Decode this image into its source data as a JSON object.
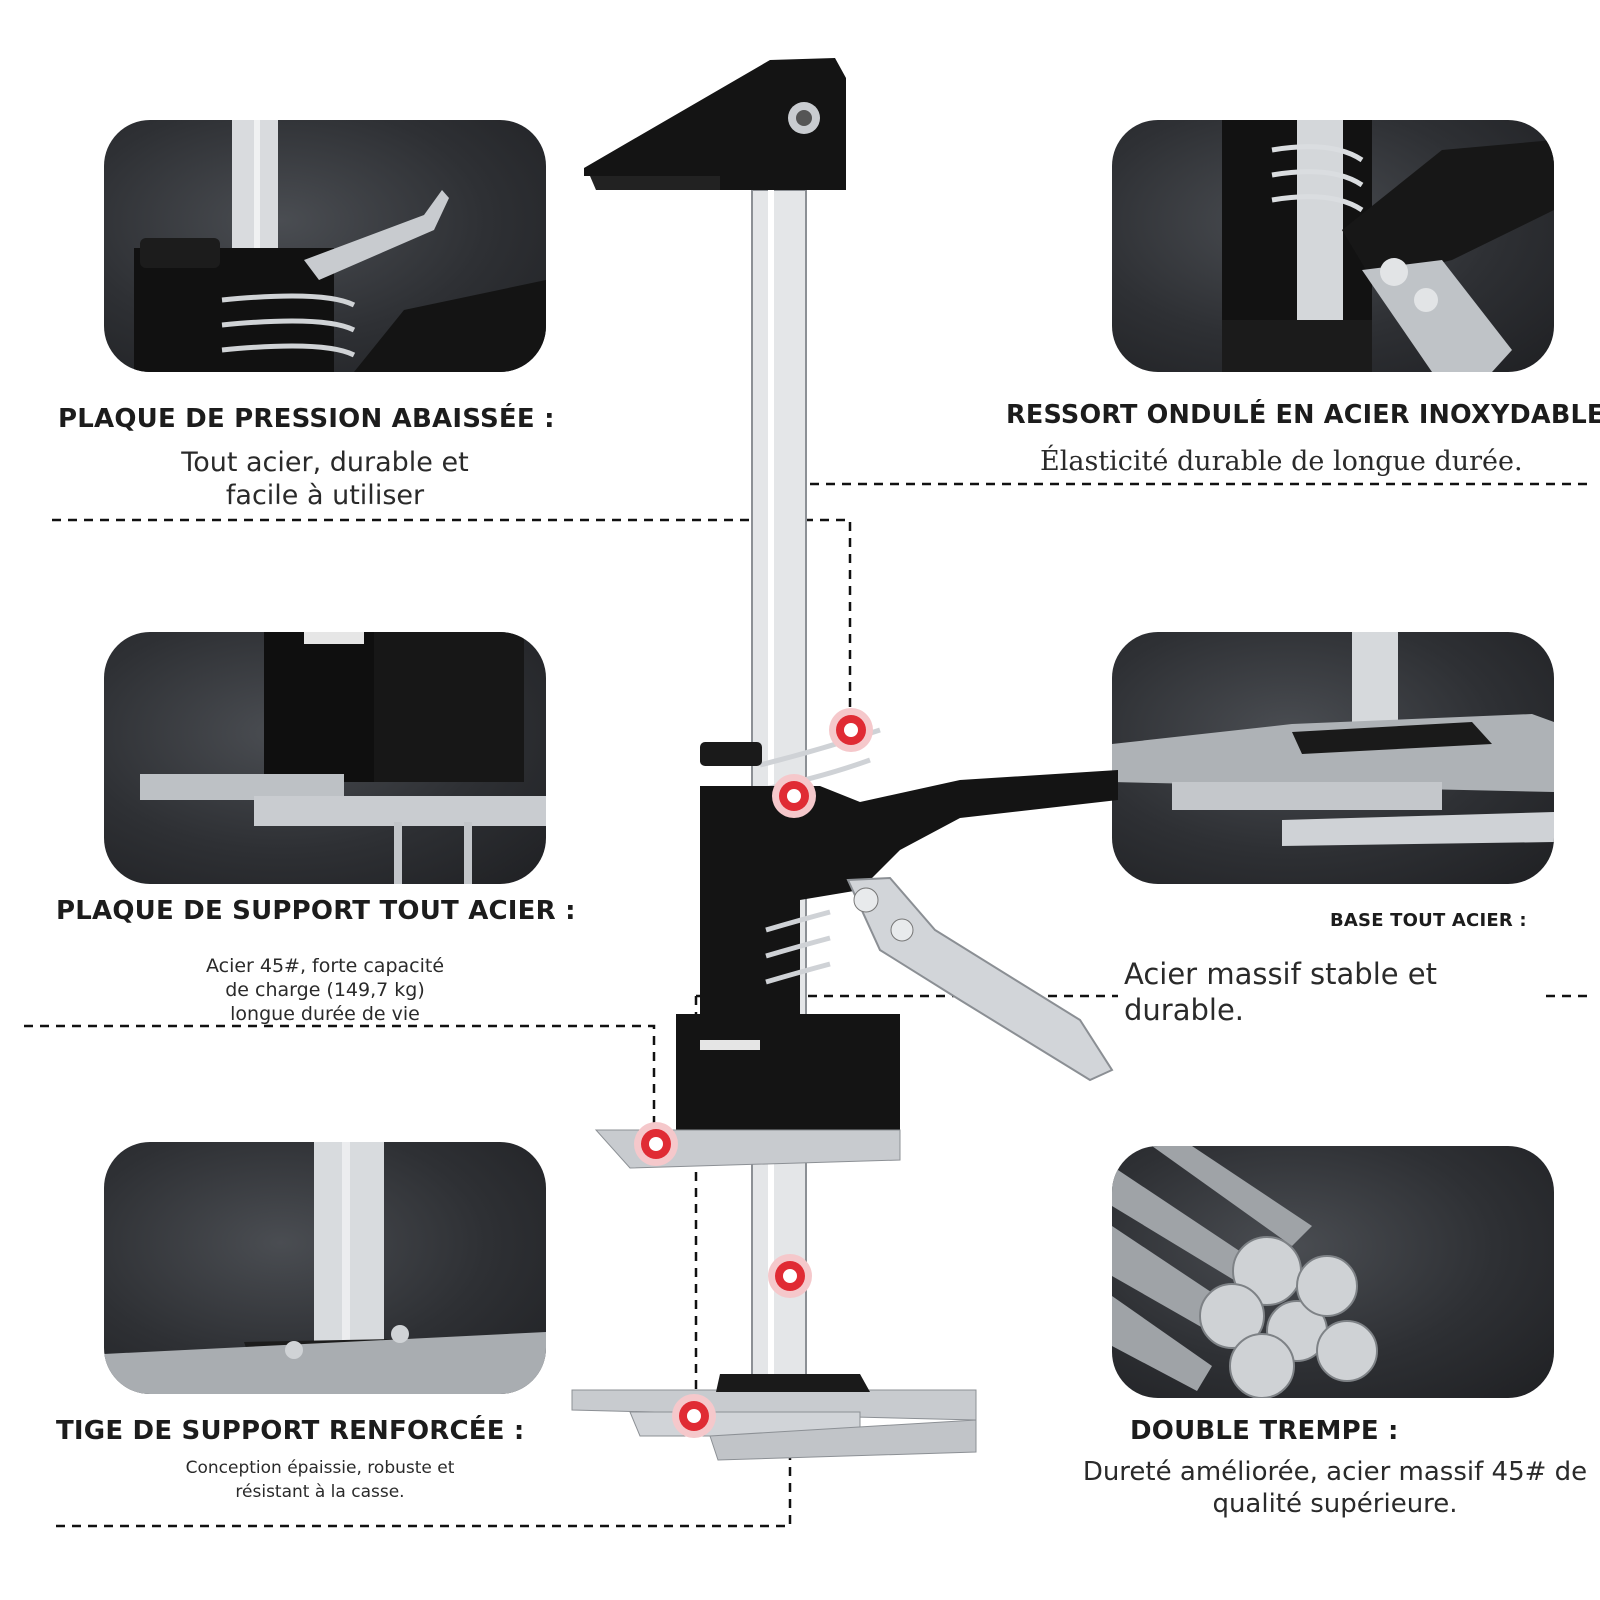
{
  "features": [
    {
      "title": "PLAQUE DE PRESSION ABAISSÉE :",
      "desc": [
        "Tout acier, durable et",
        "facile à utiliser"
      ]
    },
    {
      "title": "RESSORT ONDULÉ EN ACIER INOXYDABLE",
      "desc": [
        "Élasticité durable de longue durée."
      ]
    },
    {
      "title": "PLAQUE DE SUPPORT TOUT ACIER :",
      "desc": [
        "Acier 45#, forte capacité",
        "de charge (149,7 kg)",
        "longue durée de vie"
      ]
    },
    {
      "title": "BASE TOUT ACIER :",
      "desc": [
        "Acier massif stable et",
        "durable."
      ]
    },
    {
      "title": "TIGE DE SUPPORT RENFORCÉE :",
      "desc": [
        "Conception épaissie, robuste et",
        "résistant à la casse."
      ]
    },
    {
      "title": "DOUBLE TREMPE :",
      "desc": [
        "Dureté améliorée, acier massif 45# de",
        "qualité supérieure."
      ]
    }
  ],
  "colors": {
    "panel": "#2e3034",
    "marker": "#e02b34",
    "steel": "#c9ccd0",
    "tool": "#141414"
  }
}
